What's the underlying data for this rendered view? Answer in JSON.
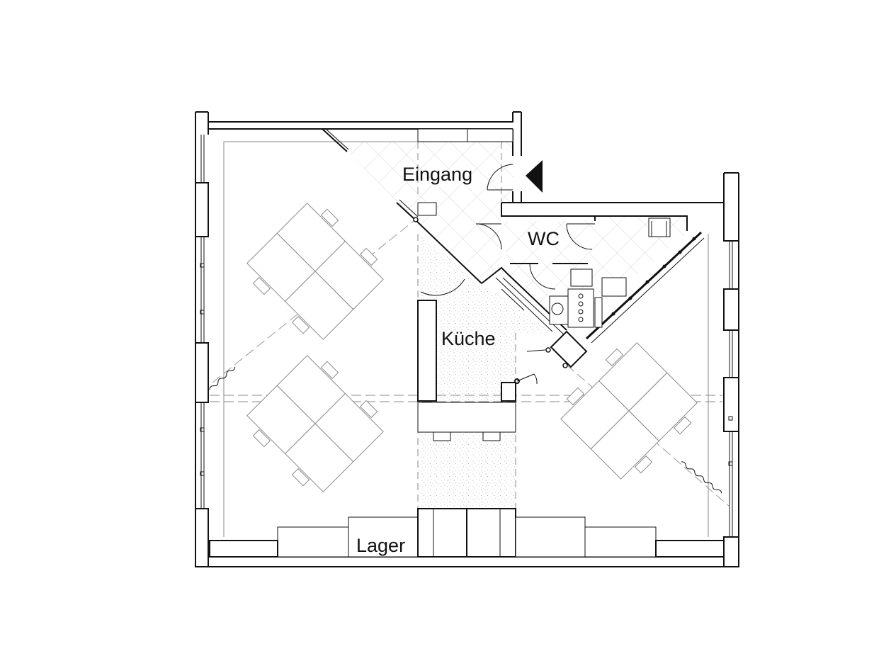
{
  "rooms": {
    "entrance": "Eingang",
    "wc": "WC",
    "kitchen": "Küche",
    "storage": "Lager"
  },
  "colors": {
    "wall": "#111111",
    "thin_line": "#777777",
    "hatch": "#cfcfcf",
    "speckle": "#bdbdbd",
    "background": "#ffffff"
  },
  "icons": {
    "entrance_marker": "triangle-left-icon"
  }
}
